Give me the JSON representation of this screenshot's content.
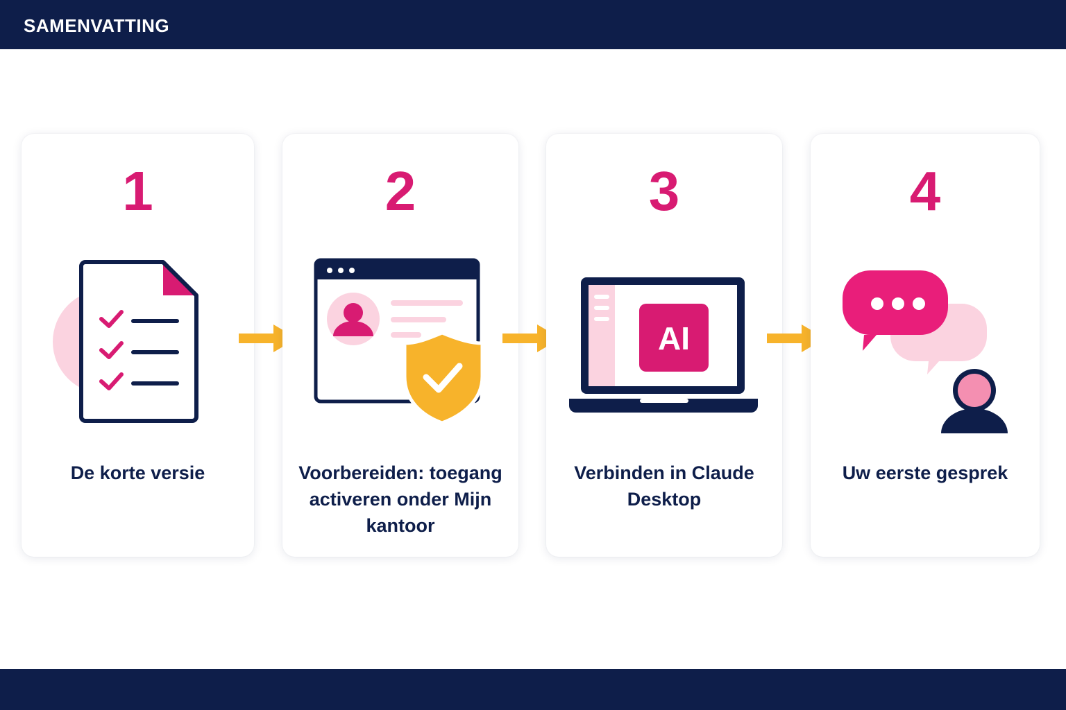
{
  "header": {
    "title": "SAMENVATTING"
  },
  "colors": {
    "navy": "#0e1e4a",
    "magenta": "#d81b72",
    "pink": "#f48fb1",
    "light_pink": "#fbd3e0",
    "yellow": "#f7b32b",
    "white": "#ffffff"
  },
  "steps": [
    {
      "number": "1",
      "label": "De korte versie",
      "icon": "checklist-document-icon"
    },
    {
      "number": "2",
      "label": "Voorbereiden: toegang activeren onder Mijn kantoor",
      "icon": "browser-profile-shield-icon"
    },
    {
      "number": "3",
      "label": "Verbinden in Claude Desktop",
      "icon": "laptop-ai-icon",
      "badge": "AI"
    },
    {
      "number": "4",
      "label": "Uw eerste gesprek",
      "icon": "chat-user-icon"
    }
  ],
  "connectors": [
    "arrow-right-icon",
    "arrow-right-icon",
    "arrow-right-icon"
  ]
}
